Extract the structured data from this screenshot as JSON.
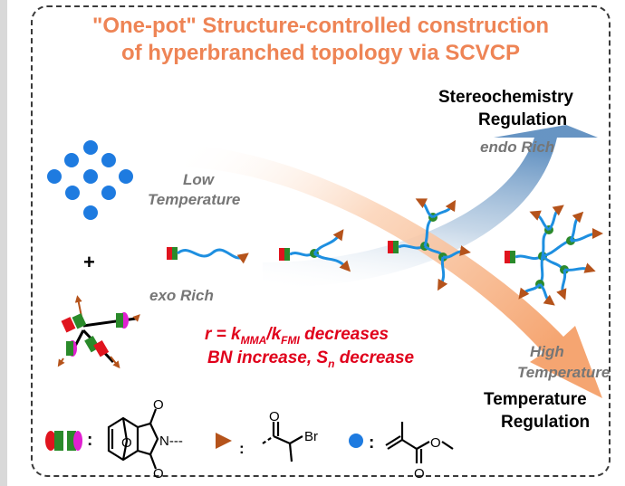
{
  "title": {
    "line1": "\"One-pot\" Structure-controlled construction",
    "line2": "of hyperbranched topology via SCVCP"
  },
  "labels": {
    "stereo_line1": "Stereochemistry",
    "stereo_line2": "Regulation",
    "endo_rich": "endo Rich",
    "low_line1": "Low",
    "low_line2": "Temperature",
    "exo_rich": "exo Rich",
    "high_line1": "High",
    "high_line2": "Temperature",
    "temp_line1": "Temperature",
    "temp_line2": "Regulation",
    "plus": "+"
  },
  "ratio": {
    "r_prefix": "r = k",
    "sub1": "MMA",
    "slash": "/k",
    "sub2": "FMI",
    "suffix": " decreases",
    "line2_a": "BN increase, S",
    "line2_sub": "n",
    "line2_b": " decrease"
  },
  "legend": {
    "colon1": ":",
    "colon2": ":",
    "colon3": ":",
    "atom_O_top": "O",
    "atom_O_bottom": "O",
    "atom_O_bridge": "O",
    "atom_N": "N---",
    "atom_Br": "Br",
    "atom_O_keto": "O",
    "atom_O_ester": "O"
  },
  "colors": {
    "title": "#ee8455",
    "monomer": "#1e7be0",
    "chain": "#1e8fe0",
    "node": "#2c8a2c",
    "initiator": "#b5531b",
    "red_text": "#e0001b",
    "magenta": "#e020d0",
    "green_block": "#2a8a2a",
    "red_block": "#e0141e"
  }
}
